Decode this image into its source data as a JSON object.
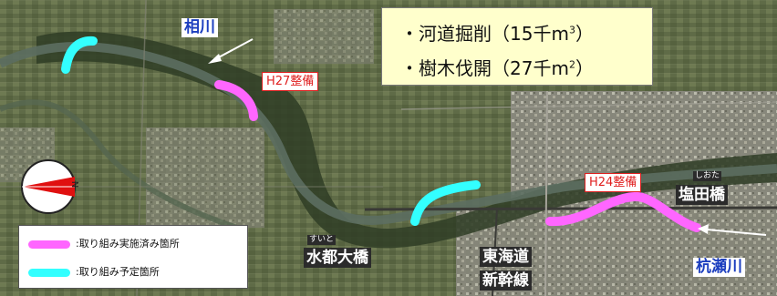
{
  "callout": {
    "line1": "・河道掘削（15千m",
    "line1_sup": "3",
    "line1_end": "）",
    "line2": "・樹木伐開（27千m",
    "line2_sup": "2",
    "line2_end": "）"
  },
  "labels": {
    "aikawa": "相川",
    "kuraseriver": "杭瀬川",
    "shiotabashi": "塩田橋",
    "shiota_ruby": "しおた",
    "suitoohashi": "水都大橋",
    "suito_ruby": "すいと",
    "tokaido_1": "東海道",
    "tokaido_2": "新幹線",
    "h27": "H27整備",
    "h24": "H24整備"
  },
  "legend": {
    "done": {
      "label": ":取り組み実施済み箇所",
      "color": "#ff66ff"
    },
    "planned": {
      "label": ":取り組み予定箇所",
      "color": "#33ffff"
    }
  },
  "compass": {
    "letter": "N",
    "color": "#e01010"
  }
}
